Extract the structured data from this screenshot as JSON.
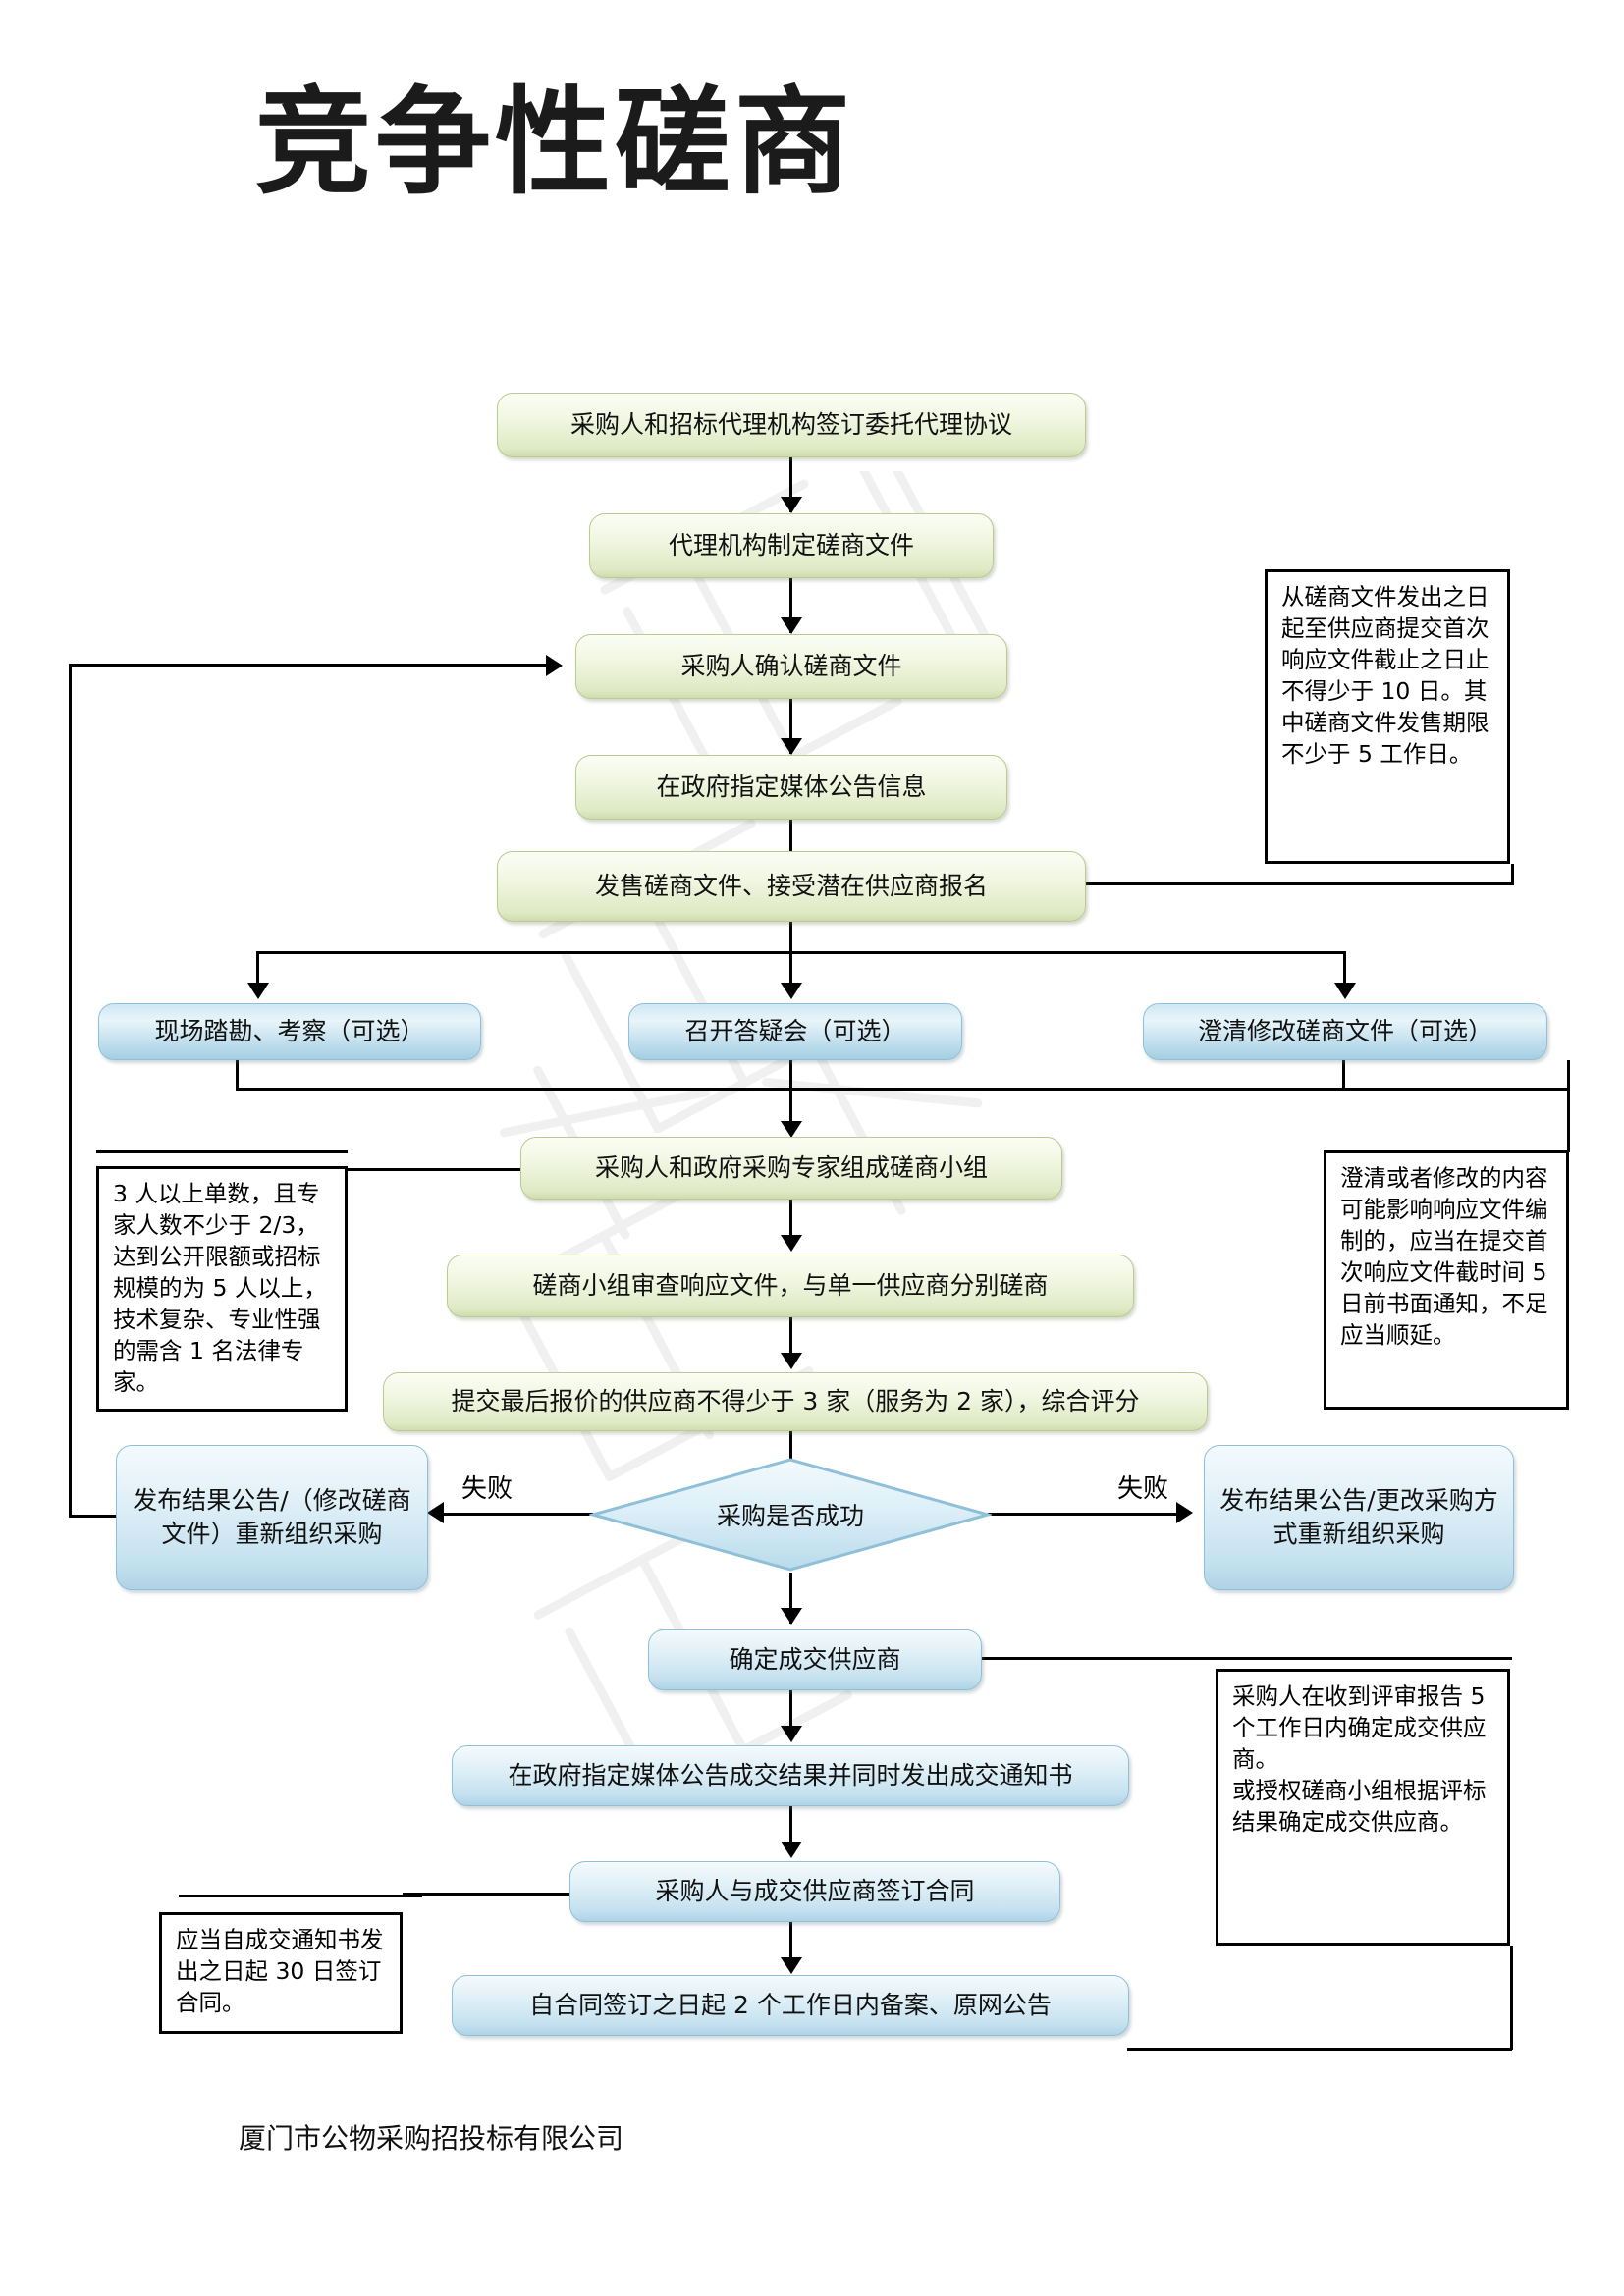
{
  "document": {
    "title": "竞争性磋商",
    "footer": "厦门市公物采购招投标有限公司",
    "watermark_text": "厦门公物采购招投标"
  },
  "colors": {
    "green_fill": "#e9f0d6",
    "green_border": "#b9cb91",
    "blue_fill": "#d6ecf6",
    "blue_border": "#8fc0d8",
    "line": "#000000",
    "text": "#111111"
  },
  "flow": {
    "nodes": [
      {
        "id": "n1",
        "label": "采购人和招标代理机构签订委托代理协议",
        "style": "green"
      },
      {
        "id": "n2",
        "label": "代理机构制定磋商文件",
        "style": "green"
      },
      {
        "id": "n3",
        "label": "采购人确认磋商文件",
        "style": "green"
      },
      {
        "id": "n4",
        "label": "在政府指定媒体公告信息",
        "style": "green"
      },
      {
        "id": "n5",
        "label": "发售磋商文件、接受潜在供应商报名",
        "style": "green"
      },
      {
        "id": "n6a",
        "label": "现场踏勘、考察（可选）",
        "style": "blue2"
      },
      {
        "id": "n6b",
        "label": "召开答疑会（可选）",
        "style": "blue2"
      },
      {
        "id": "n6c",
        "label": "澄清修改磋商文件（可选）",
        "style": "blue2"
      },
      {
        "id": "n7",
        "label": "采购人和政府采购专家组成磋商小组",
        "style": "green"
      },
      {
        "id": "n8",
        "label": "磋商小组审查响应文件，与单一供应商分别磋商",
        "style": "green"
      },
      {
        "id": "n9",
        "label": "提交最后报价的供应商不得少于 3 家（服务为 2 家），综合评分",
        "style": "green"
      },
      {
        "id": "d1",
        "label": "采购是否成功",
        "style": "decision"
      },
      {
        "id": "f1",
        "label": "发布结果公告/（修改磋商文件）重新组织采购",
        "style": "blue"
      },
      {
        "id": "f2",
        "label": "发布结果公告/更改采购方式重新组织采购",
        "style": "blue"
      },
      {
        "id": "n10",
        "label": "确定成交供应商",
        "style": "blue"
      },
      {
        "id": "n11",
        "label": "在政府指定媒体公告成交结果并同时发出成交通知书",
        "style": "blue"
      },
      {
        "id": "n12",
        "label": "采购人与成交供应商签订合同",
        "style": "blue"
      },
      {
        "id": "n13",
        "label": "自合同签订之日起 2 个工作日内备案、原网公告",
        "style": "blue"
      }
    ],
    "edge_labels": [
      {
        "id": "e_fail_left",
        "label": "失败"
      },
      {
        "id": "e_fail_right",
        "label": "失败"
      }
    ]
  },
  "notes": [
    {
      "id": "note1",
      "text": "从磋商文件发出之日起至供应商提交首次响应文件截止之日止不得少于 10 日。其中磋商文件发售期限不少于 5 工作日。"
    },
    {
      "id": "note2",
      "text": "3 人以上单数，且专家人数不少于 2/3，达到公开限额或招标规模的为 5 人以上，技术复杂、专业性强的需含 1 名法律专家。"
    },
    {
      "id": "note3",
      "text": "澄清或者修改的内容可能影响响应文件编制的，应当在提交首次响应文件截时间 5 日前书面通知，不足应当顺延。"
    },
    {
      "id": "note4",
      "text": "采购人在收到评审报告 5 个工作日内确定成交供应商。\n或授权磋商小组根据评标结果确定成交供应商。"
    },
    {
      "id": "note5",
      "text": "应当自成交通知书发出之日起 30 日签订合同。"
    }
  ]
}
